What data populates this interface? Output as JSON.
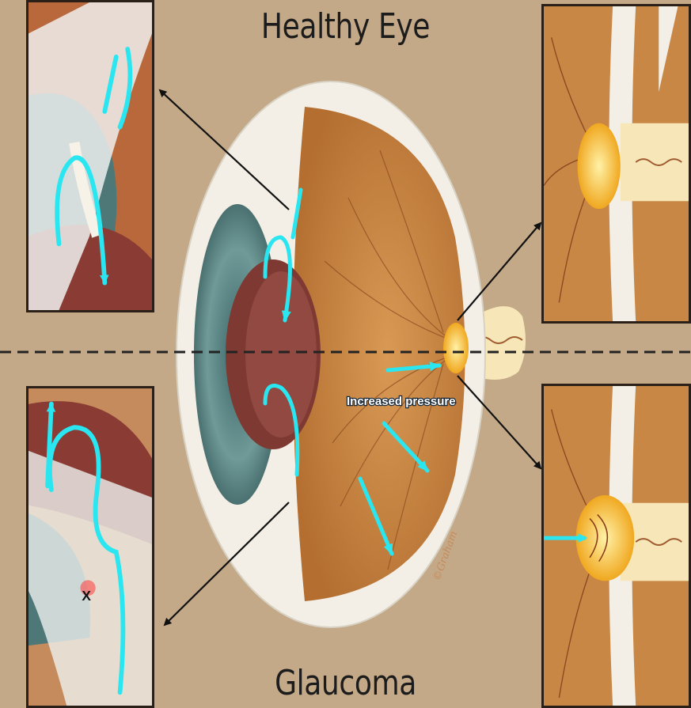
{
  "titles": {
    "top": "Healthy Eye",
    "bottom": "Glaucoma"
  },
  "labels": {
    "pressure": "Increased pressure",
    "blockage_mark": "X",
    "signature": "©Graham"
  },
  "colors": {
    "background": "#c4a988",
    "flow_arrow": "#29e6f0",
    "retina": "#c98745",
    "sclera": "#f3efe6",
    "iris": "#5f8a8a",
    "optic_disc": "#f7c531",
    "divider": "#222222"
  },
  "icons": {
    "flow": "fluid-flow-arrow",
    "pointer": "callout-arrow",
    "blockage": "blockage-x-mark"
  }
}
